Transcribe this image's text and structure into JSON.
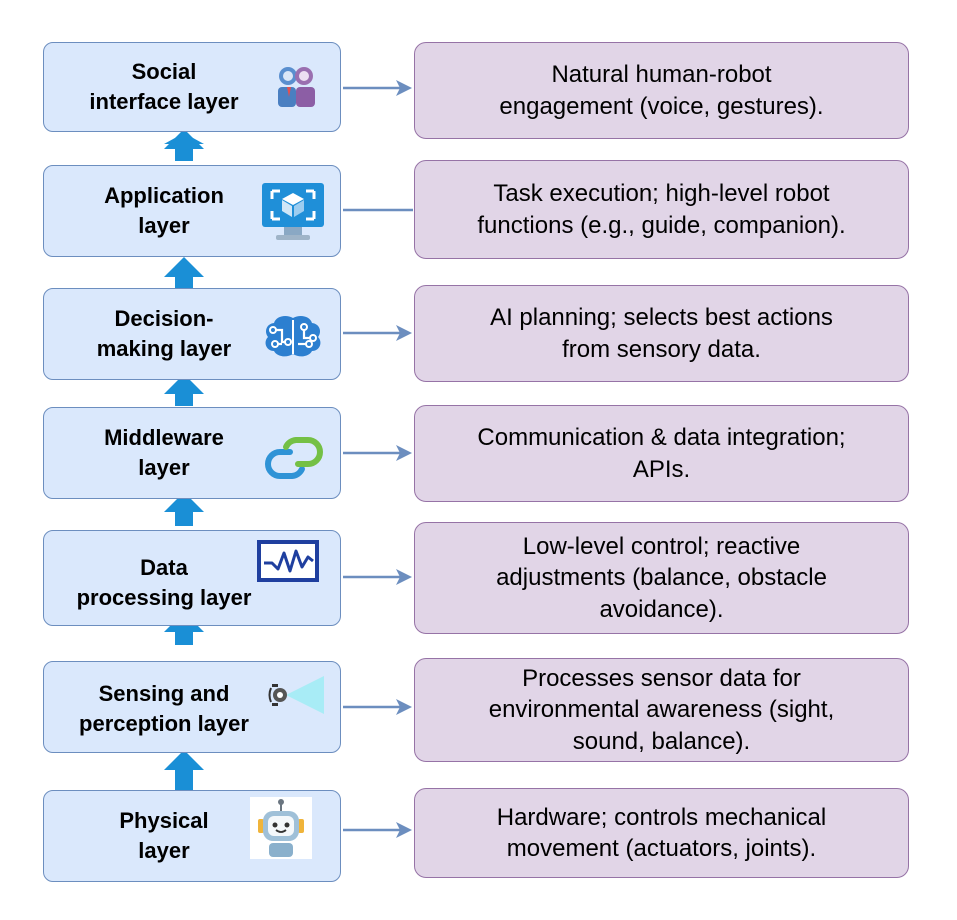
{
  "layers": [
    {
      "label": "Social\ninterface layer",
      "icon": "people-icon",
      "description": "Natural human-robot\nengagement (voice, gestures)."
    },
    {
      "label": "Application\nlayer",
      "icon": "monitor-cube-icon",
      "description": "Task execution; high-level robot\nfunctions (e.g., guide, companion)."
    },
    {
      "label": "Decision-\nmaking layer",
      "icon": "brain-circuit-icon",
      "description": "AI planning; selects best actions\nfrom sensory data."
    },
    {
      "label": "Middleware\nlayer",
      "icon": "link-icon",
      "description": "Communication & data integration;\nAPIs."
    },
    {
      "label": "Data\nprocessing layer",
      "icon": "waveform-monitor-icon",
      "description": "Low-level control; reactive\nadjustments (balance, obstacle\navoidance)."
    },
    {
      "label": "Sensing and\nperception layer",
      "icon": "sensor-beam-icon",
      "description": "Processes sensor data for\nenvironmental awareness (sight,\nsound, balance)."
    },
    {
      "label": "Physical\nlayer",
      "icon": "robot-head-icon",
      "description": "Hardware; controls mechanical\nmovement (actuators, joints)."
    }
  ],
  "colors": {
    "layer_fill": "#dae8fc",
    "layer_border": "#6c8ebf",
    "desc_fill": "#e1d5e7",
    "desc_border": "#9673a6",
    "up_arrow": "#1a8fd6",
    "side_arrow": "#6c8ebf"
  }
}
